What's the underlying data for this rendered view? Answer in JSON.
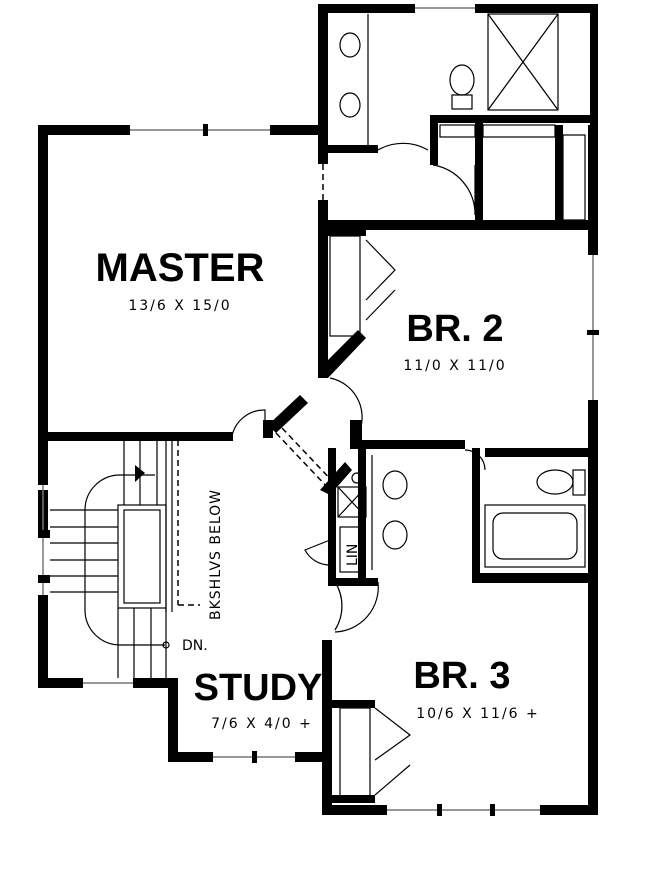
{
  "rooms": {
    "master": {
      "name": "MASTER",
      "size": "13/6 X 15/0"
    },
    "br2": {
      "name": "BR. 2",
      "size": "11/0 X 11/0"
    },
    "br3": {
      "name": "BR. 3",
      "size": "10/6 X 11/6 +"
    },
    "study": {
      "name": "STUDY",
      "size": "7/6 X 4/0 +"
    }
  },
  "labels": {
    "bookshelves": "BKSHLVS BELOW",
    "stairs_down": "DN.",
    "linen": "LIN"
  }
}
